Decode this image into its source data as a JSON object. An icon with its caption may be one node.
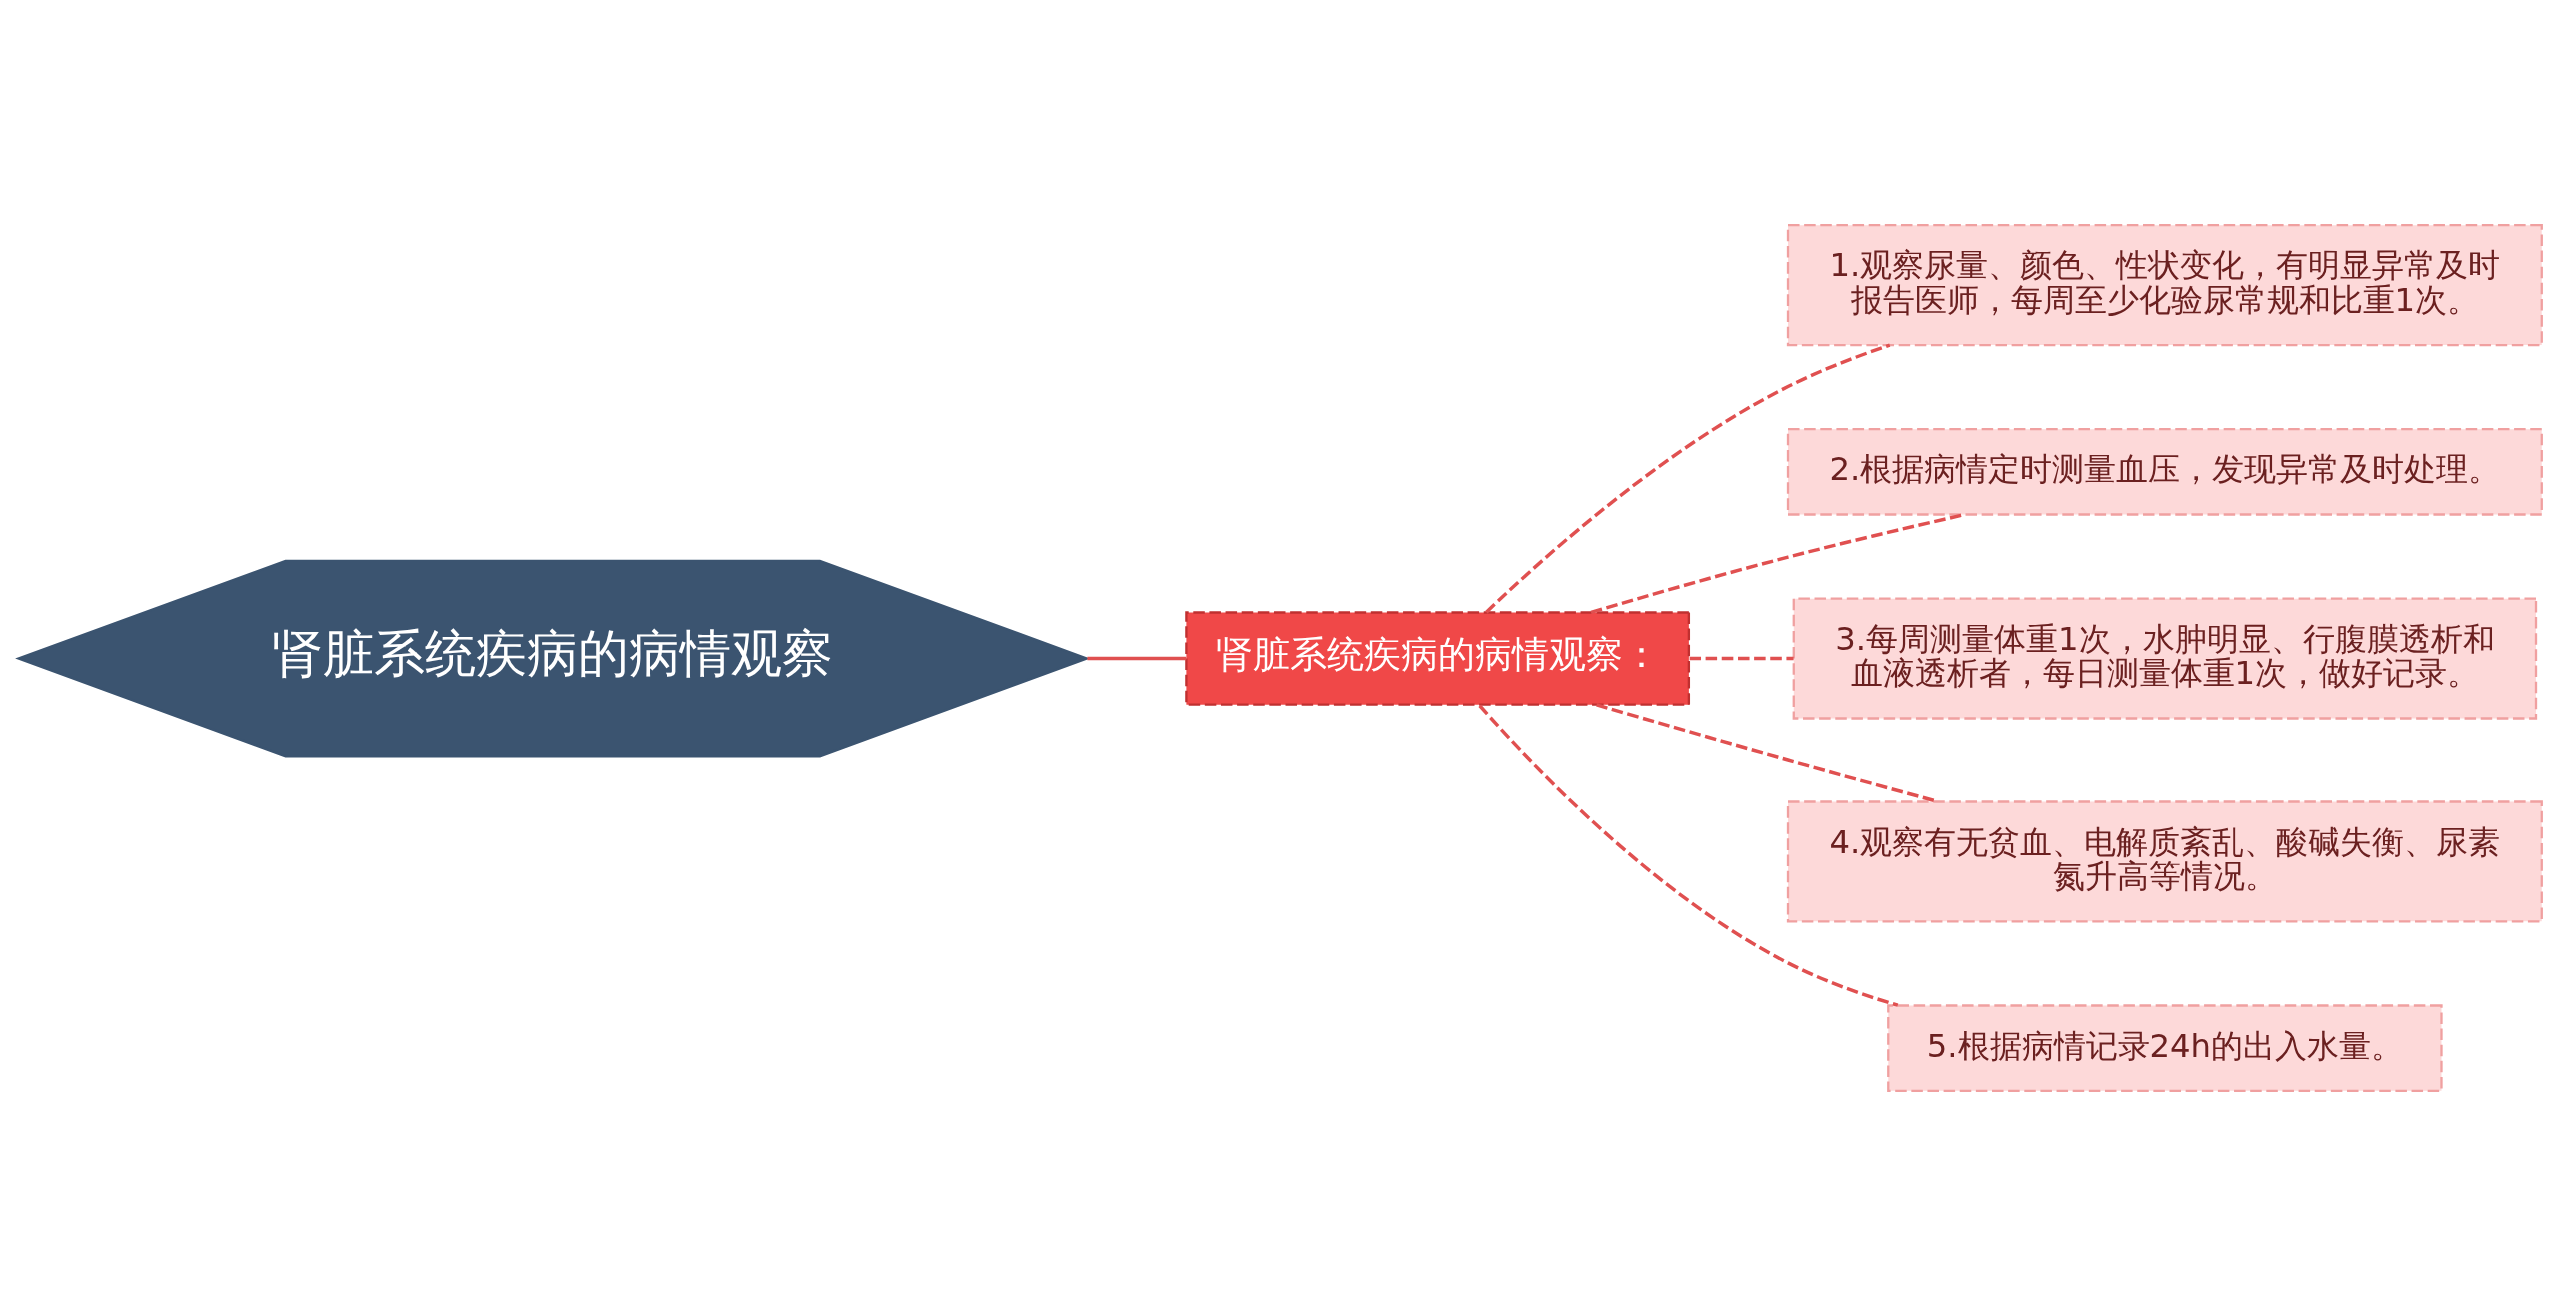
{
  "diagram": {
    "nodes": [
      {
        "text": [
          "肾脏系统疾病的病情观察"
        ]
      },
      {
        "text": [
          "肾脏系统疾病的病情观察："
        ]
      },
      {
        "text": [
          "1.观察尿量、颜色、性状变化，有明显异常及时报告医师，每周至少化验尿常规和比重1次。"
        ]
      },
      {
        "text": [
          "2.根据病情定时测量血压，发现异常及时处理。"
        ]
      },
      {
        "text": [
          "3.每周测量体重1次，水肿明显、行腹膜透析和血液透析者，每日测量体重1次，做好记录。"
        ]
      },
      {
        "text": [
          "4.观察有无贫血、电解质紊乱、酸碱失衡、尿素氮升高等情况。"
        ]
      },
      {
        "text": [
          "5.根据病情记录24h的出入水量。"
        ]
      }
    ],
    "edges": [
      {
        "from": 0,
        "to": 1,
        "arrow": "none"
      },
      {
        "from": 1,
        "to": 2,
        "arrow": "none",
        "style": "dashed"
      },
      {
        "from": 1,
        "to": 3,
        "arrow": "none",
        "style": "dashed"
      },
      {
        "from": 1,
        "to": 4,
        "arrow": "none",
        "style": "dashed"
      },
      {
        "from": 1,
        "to": 5,
        "arrow": "none",
        "style": "dashed"
      },
      {
        "from": 1,
        "to": 6,
        "arrow": "none",
        "style": "dashed"
      }
    ]
  }
}
